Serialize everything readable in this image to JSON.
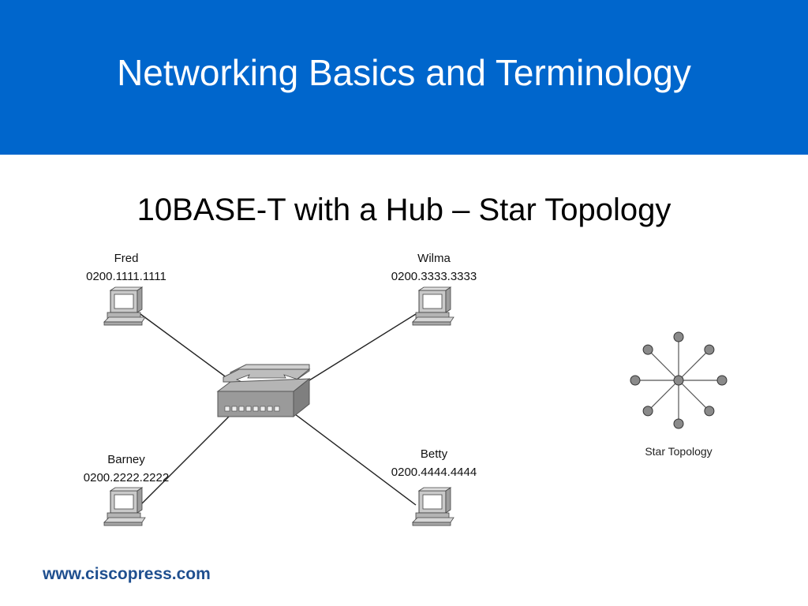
{
  "slide": {
    "title": "Networking Basics and Terminology",
    "subtitle": "10BASE-T with a Hub – Star Topology",
    "footer": "www.ciscopress.com"
  },
  "colors": {
    "header": "#0066cc",
    "footer_text": "#1f4f8f"
  },
  "network": {
    "hosts": [
      {
        "name": "Fred",
        "address": "0200.1111.1111"
      },
      {
        "name": "Wilma",
        "address": "0200.3333.3333"
      },
      {
        "name": "Barney",
        "address": "0200.2222.2222"
      },
      {
        "name": "Betty",
        "address": "0200.4444.4444"
      }
    ]
  },
  "star_topology": {
    "label": "Star Topology",
    "outer_nodes": 8
  }
}
